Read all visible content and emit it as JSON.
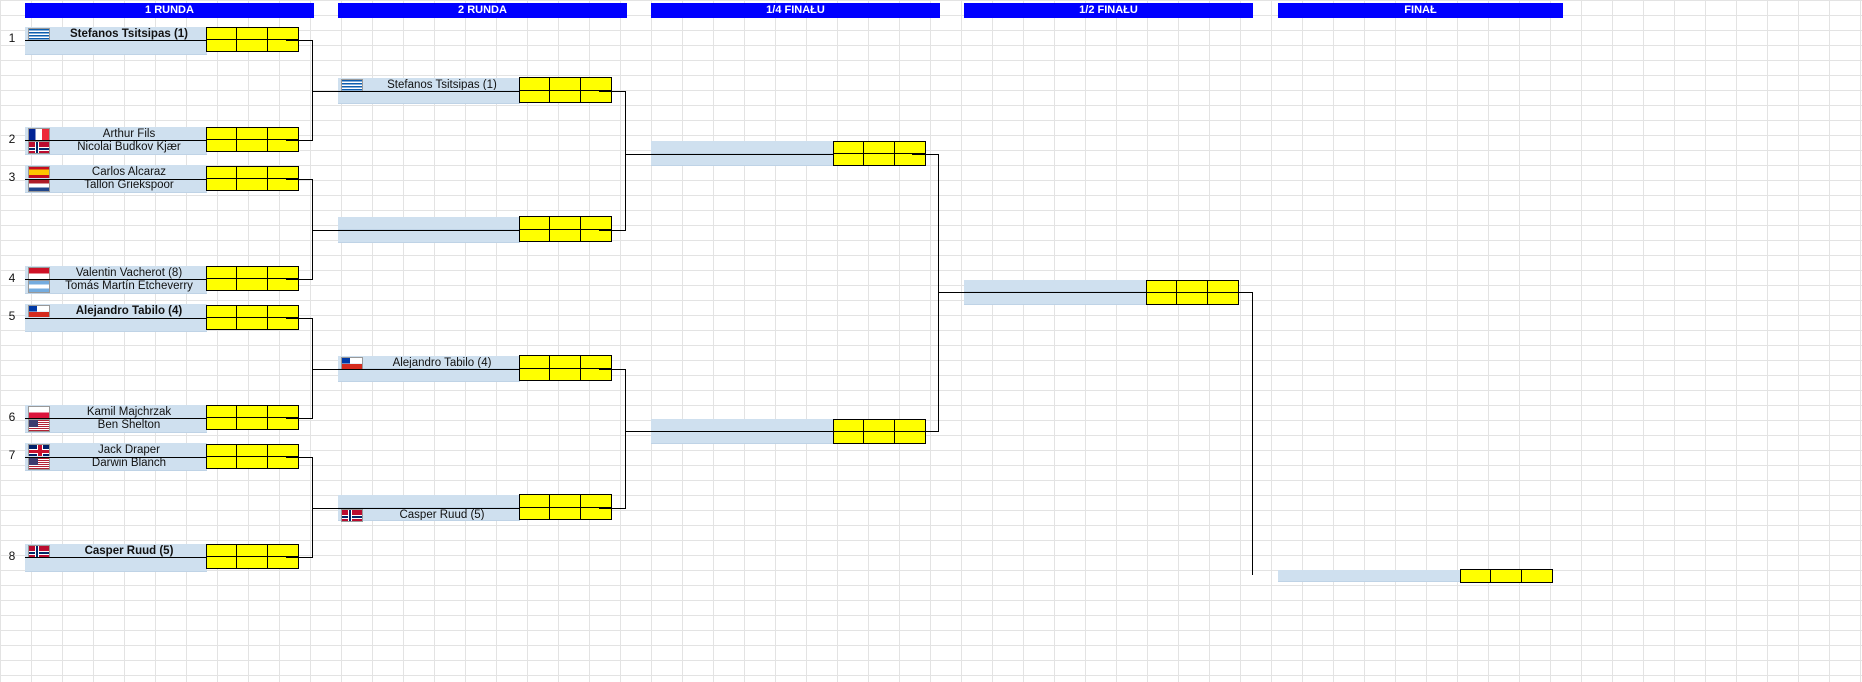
{
  "rounds": [
    "1 RUNDA",
    "2 RUNDA",
    "1/4 FINAŁU",
    "1/2 FINAŁU",
    "FINAŁ"
  ],
  "seeds": [
    "1",
    "2",
    "3",
    "4",
    "5",
    "6",
    "7",
    "8"
  ],
  "round1": [
    {
      "name": "Stefanos Tsitsipas (1)",
      "bold": true,
      "flag": "greece"
    },
    {
      "name": "",
      "flag": ""
    },
    {
      "name": "Arthur Fils",
      "flag": "france"
    },
    {
      "name": "Nicolai Budkov Kjær",
      "flag": "norway"
    },
    {
      "name": "Carlos Alcaraz",
      "flag": "spain"
    },
    {
      "name": "Tallon Griekspoor",
      "flag": "netherlands"
    },
    {
      "name": "Valentin Vacherot (8)",
      "flag": "monaco"
    },
    {
      "name": "Tomás Martín Etcheverry",
      "flag": "argentina"
    },
    {
      "name": "Alejandro Tabilo (4)",
      "bold": true,
      "flag": "chile"
    },
    {
      "name": "",
      "flag": ""
    },
    {
      "name": "Kamil Majchrzak",
      "flag": "poland"
    },
    {
      "name": "Ben Shelton",
      "flag": "usa"
    },
    {
      "name": "Jack Draper",
      "flag": "uk"
    },
    {
      "name": "Darwin Blanch",
      "flag": "usa"
    },
    {
      "name": "Casper Ruud (5)",
      "bold": true,
      "flag": "norway"
    },
    {
      "name": "",
      "flag": ""
    }
  ],
  "round2": [
    {
      "name": "Stefanos Tsitsipas (1)",
      "flag": "greece"
    },
    {
      "name": "",
      "flag": ""
    },
    {
      "name": "",
      "flag": ""
    },
    {
      "name": "",
      "flag": ""
    },
    {
      "name": "Alejandro Tabilo (4)",
      "flag": "chile"
    },
    {
      "name": "",
      "flag": ""
    },
    {
      "name": "",
      "flag": ""
    },
    {
      "name": "Casper Ruud (5)",
      "flag": "norway"
    }
  ]
}
